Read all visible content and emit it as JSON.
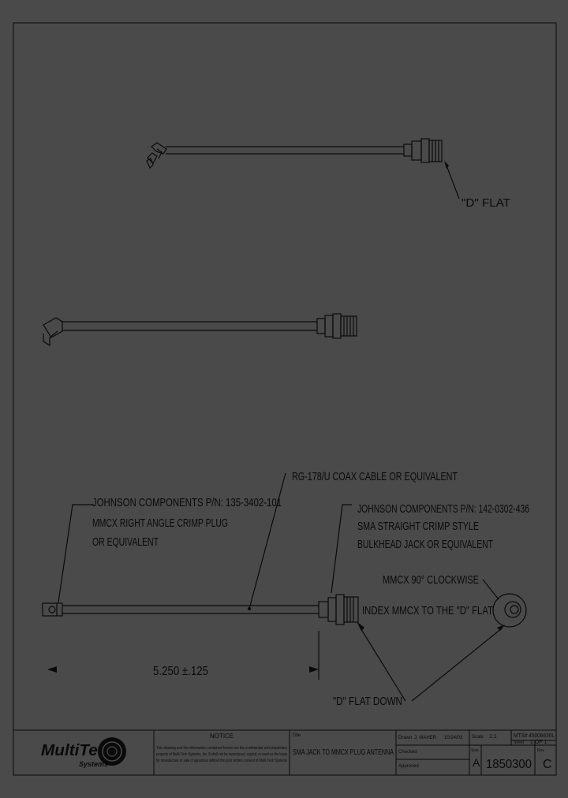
{
  "labels": {
    "d_flat_top": "\"D\" FLAT",
    "cable": "RG-178/U COAX CABLE OR EQUIVALENT",
    "left_line1": "JOHNSON COMPONENTS P/N: 135-3402-101",
    "left_line2": "MMCX RIGHT ANGLE CRIMP PLUG",
    "left_line3": "OR EQUIVALENT",
    "right_line1": "JOHNSON COMPONENTS P/N: 142-0302-436",
    "right_line2": "SMA STRAIGHT CRIMP STYLE",
    "right_line3": "BULKHEAD JACK OR EQUIVALENT",
    "mmcx_rotation": "MMCX 90° CLOCKWISE",
    "index_note": "INDEX MMCX TO THE \"D\" FLAT",
    "dimension": "5.250 ±.125",
    "d_flat_down": "\"D\" FLAT DOWN"
  },
  "title_block": {
    "logo_main": "MultiTech",
    "logo_sub": "Systems",
    "notice_title": "NOTICE",
    "notice_lines": [
      "This drawing and the information contained herein are the confidential and proprietary",
      "property of Multi-Tech Systems, Inc. It shall not be reproduced, copied, or used as the basis",
      "for manufacture or sale of apparatus without the prior written consent of Multi-Tech Systems"
    ],
    "title_label": "Title",
    "title": "SMA JACK TO MMCX PLUG ANTENNA",
    "drawn_label": "Drawn",
    "drawn_by": "J. MAHER",
    "drawn_date": "10/24/03",
    "checked_label": "Checked",
    "approved_label": "Approved",
    "scale_label": "Scale",
    "scale": "1:1",
    "doc_number": "MTS# 45006630L",
    "sheet_label": "Sheet",
    "sheet": "1 OF 1",
    "size_label": "Size",
    "size": "A",
    "part_number": "1850300",
    "rev_label": "Rev",
    "rev": "C"
  }
}
